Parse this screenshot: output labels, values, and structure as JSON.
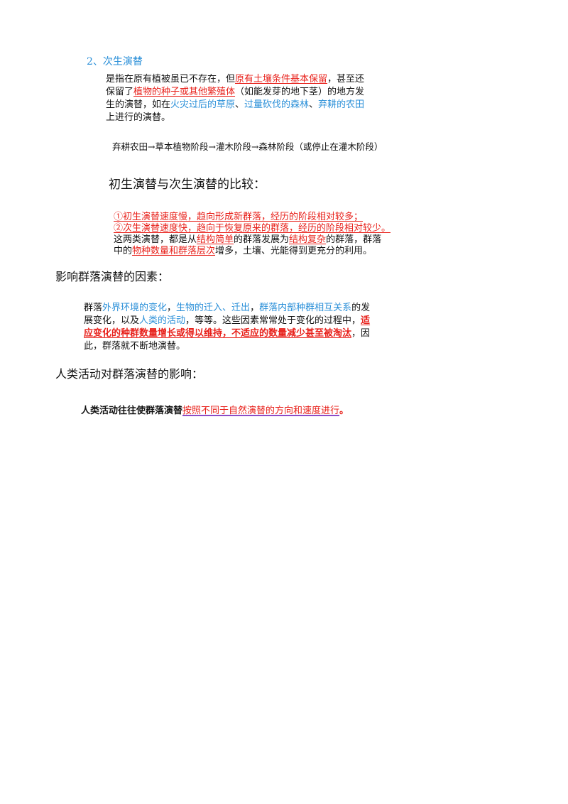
{
  "section_heading": "2、次生演替",
  "para1": {
    "l1a": "是指在原有植被虽已不存在，但",
    "l1b": "原有土壤条件基本保留",
    "l1c": "，甚至还",
    "l2a": "保留了",
    "l2b": "植物的种子或其他繁殖体",
    "l2c": "（如能发芽的地下茎）的地方发",
    "l3a": "生的演替，如在",
    "l3b": "火灾过后的草原",
    "l3c": "、",
    "l3d": "过量砍伐的森林",
    "l3e": "、",
    "l3f": "弃耕的农田",
    "l4": "上进行的演替。"
  },
  "sequence": "弃耕农田→草本植物阶段→灌木阶段→森林阶段（或停止在灌木阶段）",
  "compare_heading": "初生演替与次生演替的比较：",
  "compare": {
    "l1": "①初生演替速度慢，趋向形成新群落，经历的阶段相对较多；",
    "l2": "②次生演替速度快，趋向于恢复原来的群落，经历的阶段相对较少。",
    "l3a": "这两类演替，都是从",
    "l3b": "结构简单",
    "l3c": "的群落发展为",
    "l3d": "结构复杂",
    "l3e": "的群落，群落",
    "l4a": "中的",
    "l4b": "物种数量和群落层次",
    "l4c": "增多，土壤、光能得到更充分的利用。"
  },
  "factors_heading": "影响群落演替的因素：",
  "factors": {
    "l1a": "群落",
    "l1b": "外界环境的变化",
    "l1c": "，",
    "l1d": "生物的迁入、迁出",
    "l1e": "，",
    "l1f": "群落内部种群相互关系",
    "l1g": "的发",
    "l2a": "展变化，以及",
    "l2b": "人类的活动",
    "l2c": "，等等。这些因素常常处于变化的过程中，",
    "l2d": "适",
    "l3a": "应变化的种群数量增长或得以维持，不适应的数量减少甚至被淘汰",
    "l3b": "，因",
    "l4": "此，群落就不断地演替。"
  },
  "human_heading": "人类活动对群落演替的影响：",
  "human": {
    "a": "人类活动往往使群落演替",
    "b": "按照不同于自然演替的方向和速度进行",
    "c": "。"
  }
}
